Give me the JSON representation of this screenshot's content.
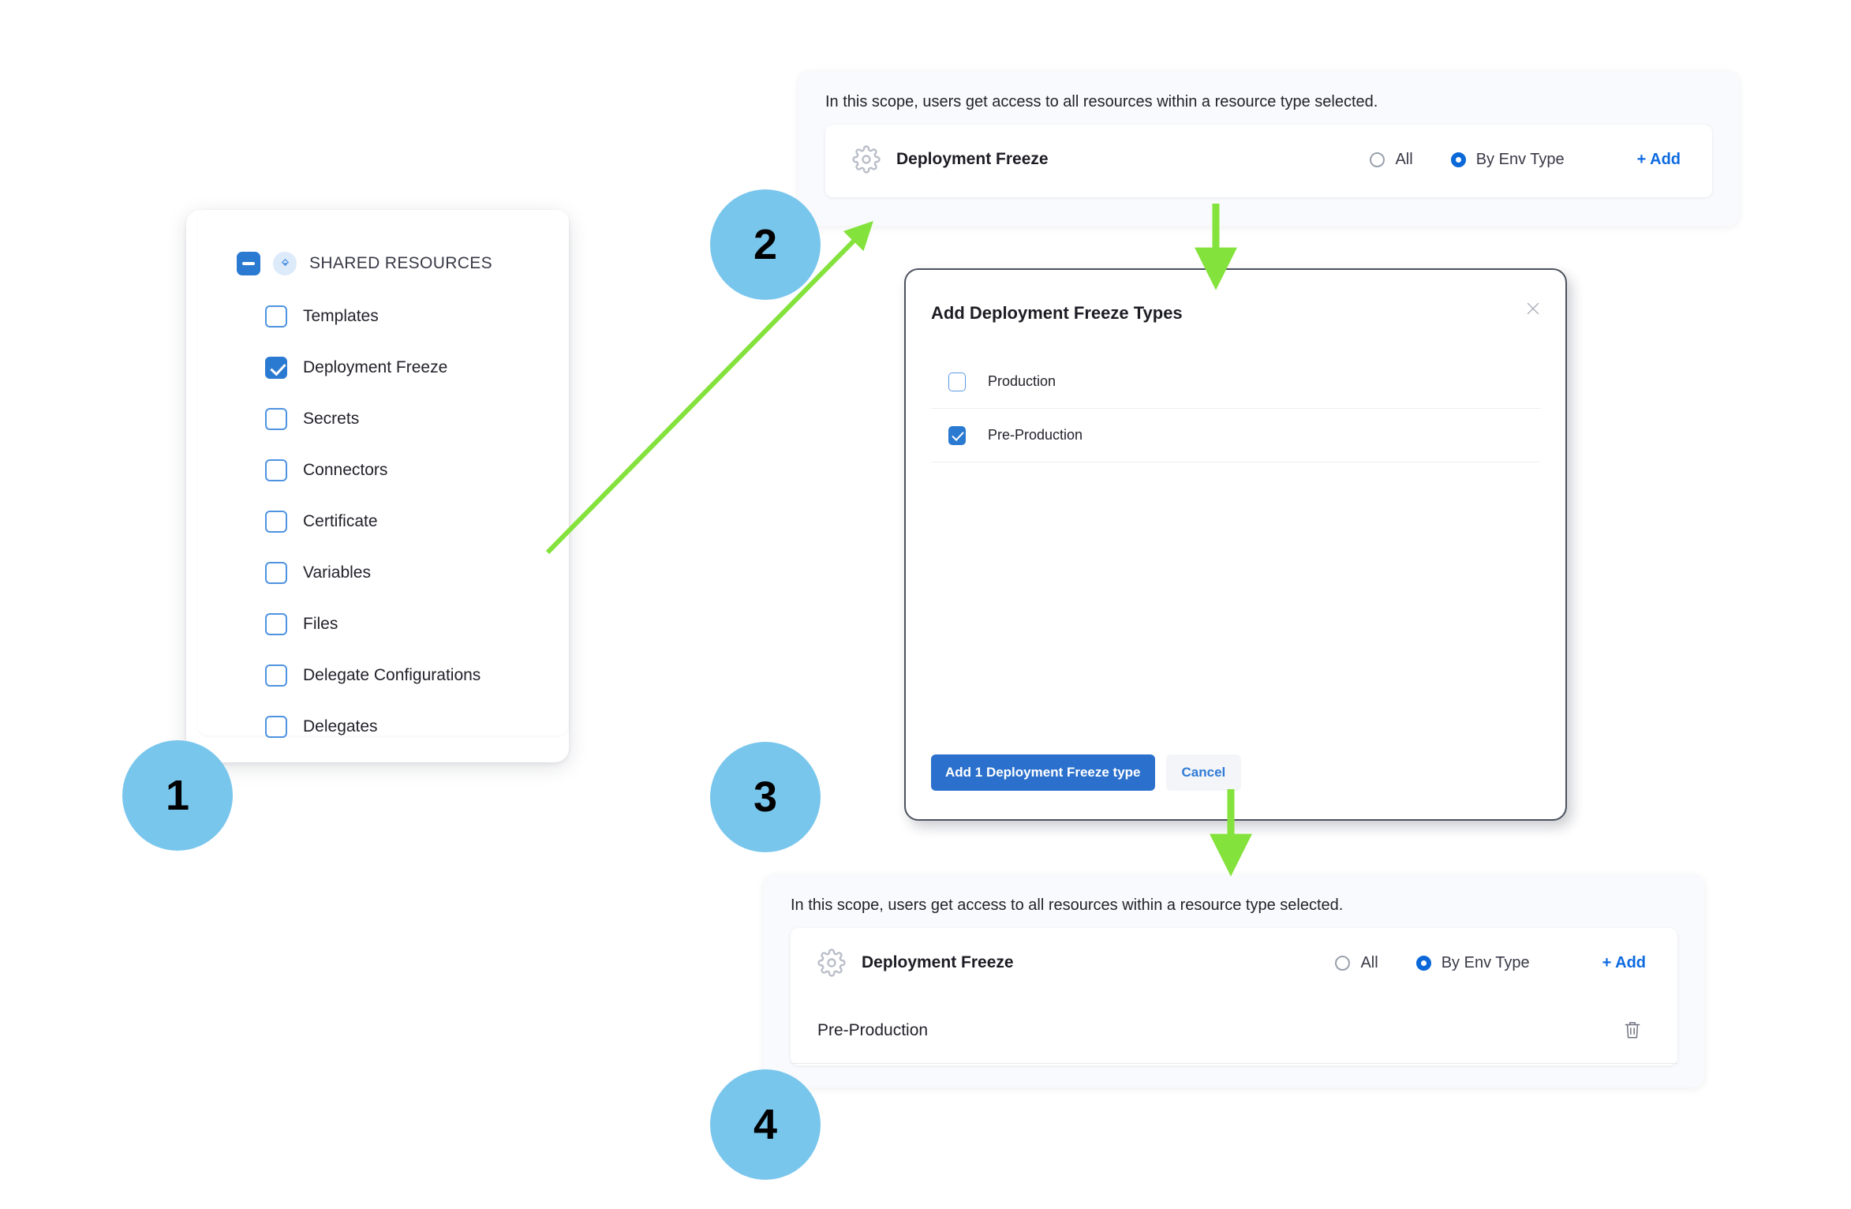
{
  "colors": {
    "badge": "#79C6ED",
    "arrow": "#84E23C",
    "accent_blue": "#2b7ad1",
    "link_blue": "#0d6ae0",
    "panel_bg": "#f9fafd"
  },
  "steps": [
    {
      "number": "1"
    },
    {
      "number": "2"
    },
    {
      "number": "3"
    },
    {
      "number": "4"
    }
  ],
  "resource_panel": {
    "expander_icon": "minus-square-icon",
    "group_icon": "shared-resources-icon",
    "header": "SHARED RESOURCES",
    "items": [
      {
        "label": "Templates",
        "checked": false
      },
      {
        "label": "Deployment Freeze",
        "checked": true
      },
      {
        "label": "Secrets",
        "checked": false
      },
      {
        "label": "Connectors",
        "checked": false
      },
      {
        "label": "Certificate",
        "checked": false
      },
      {
        "label": "Variables",
        "checked": false
      },
      {
        "label": "Files",
        "checked": false
      },
      {
        "label": "Delegate Configurations",
        "checked": false
      },
      {
        "label": "Delegates",
        "checked": false
      }
    ]
  },
  "scope_panel_top": {
    "note": "In this scope, users get access to all resources within a resource type selected.",
    "resource_icon": "gear-icon",
    "resource_title": "Deployment Freeze",
    "options": [
      {
        "label": "All",
        "selected": false
      },
      {
        "label": "By Env Type",
        "selected": true
      }
    ],
    "add_label": "+ Add",
    "entries": []
  },
  "scope_panel_bottom": {
    "note": "In this scope, users get access to all resources within a resource type selected.",
    "resource_icon": "gear-icon",
    "resource_title": "Deployment Freeze",
    "options": [
      {
        "label": "All",
        "selected": false
      },
      {
        "label": "By Env Type",
        "selected": true
      }
    ],
    "add_label": "+ Add",
    "entries": [
      {
        "label": "Pre-Production",
        "delete_icon": "trash-icon"
      }
    ]
  },
  "modal": {
    "title": "Add Deployment Freeze Types",
    "close_icon": "close-icon",
    "options": [
      {
        "label": "Production",
        "checked": false
      },
      {
        "label": "Pre-Production",
        "checked": true
      }
    ],
    "primary_button": "Add 1 Deployment Freeze type",
    "secondary_button": "Cancel"
  }
}
